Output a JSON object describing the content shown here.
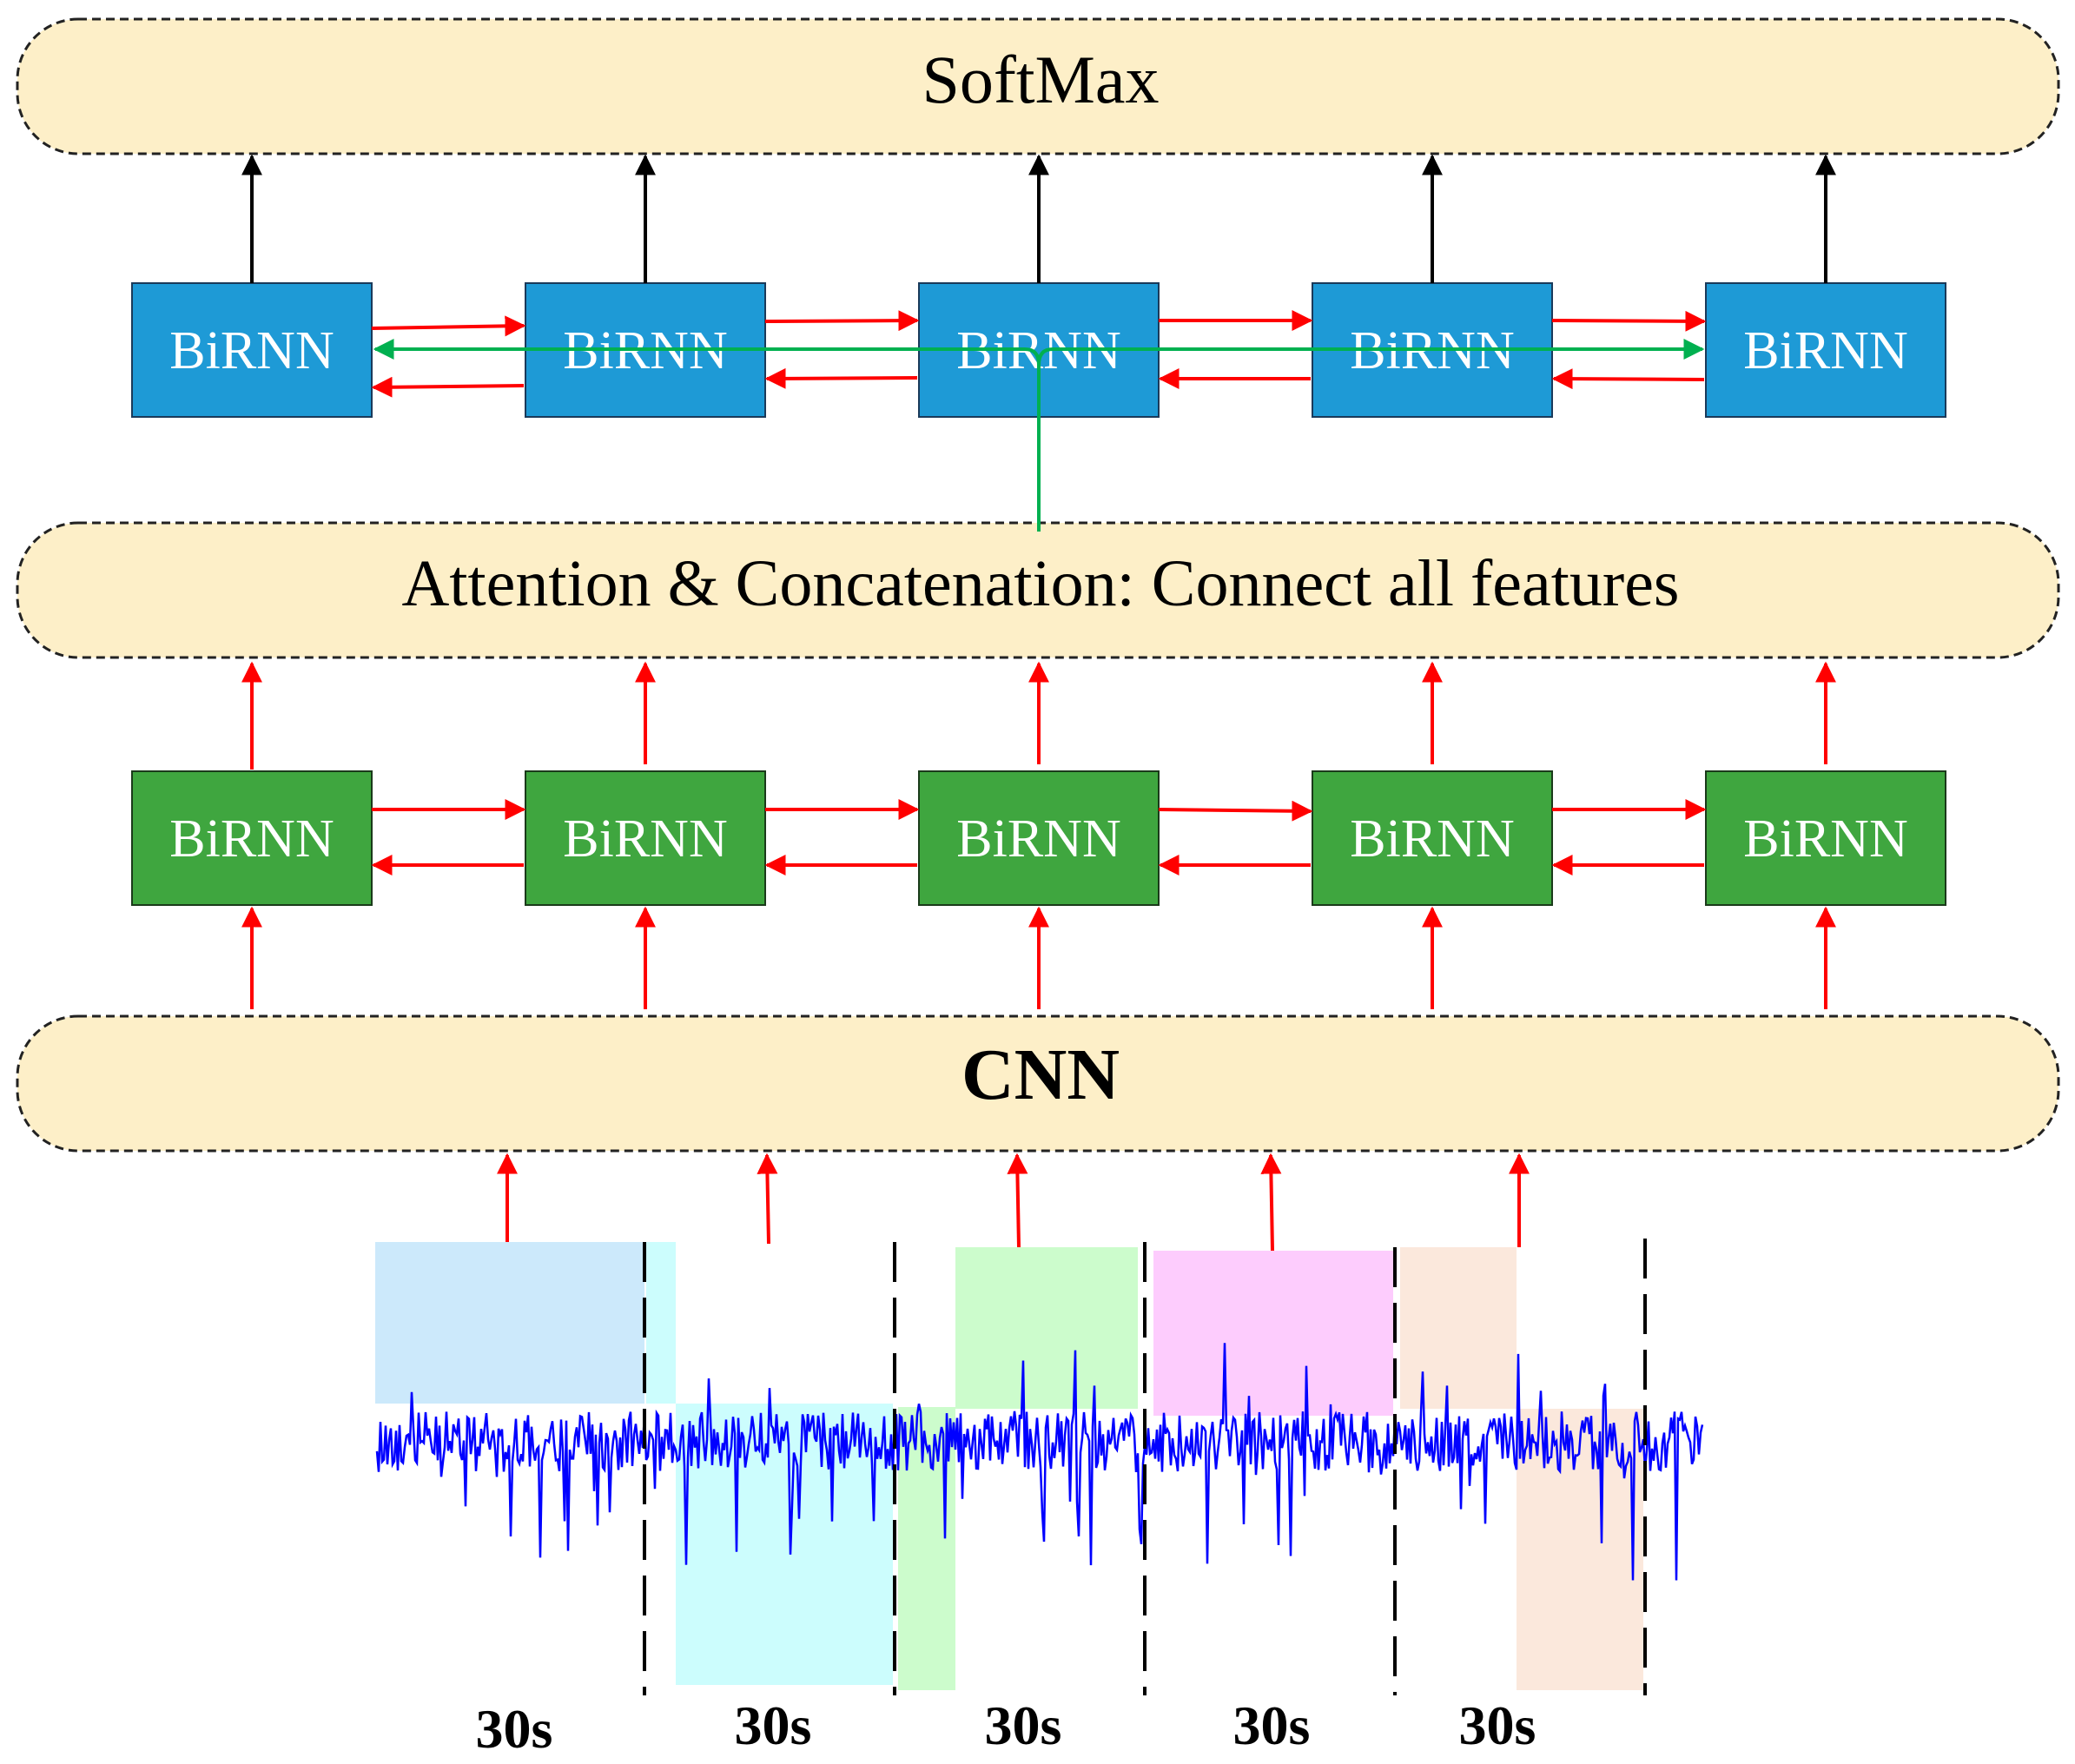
{
  "layers": {
    "softmax": "SoftMax",
    "attention": "Attention & Concatenation: Connect all features",
    "cnn": "CNN"
  },
  "upper_birnn": {
    "labels": [
      "BiRNN",
      "BiRNN",
      "BiRNN",
      "BiRNN",
      "BiRNN"
    ],
    "color": "#1e9ad6"
  },
  "lower_birnn": {
    "labels": [
      "BiRNN",
      "BiRNN",
      "BiRNN",
      "BiRNN",
      "BiRNN"
    ],
    "color": "#3fa63f"
  },
  "segments": {
    "durations": [
      "30s",
      "30s",
      "30s",
      "30s",
      "30s"
    ],
    "colors": [
      "#cce9fb",
      "#ccfdfd",
      "#ccfccc",
      "#fdccfd",
      "#fbe8dc"
    ]
  },
  "colors": {
    "layer_fill": "#fdefc8",
    "arrow_red": "#ff0000",
    "arrow_black": "#000000",
    "attention_line": "#00b050",
    "signal": "#0000ff"
  }
}
